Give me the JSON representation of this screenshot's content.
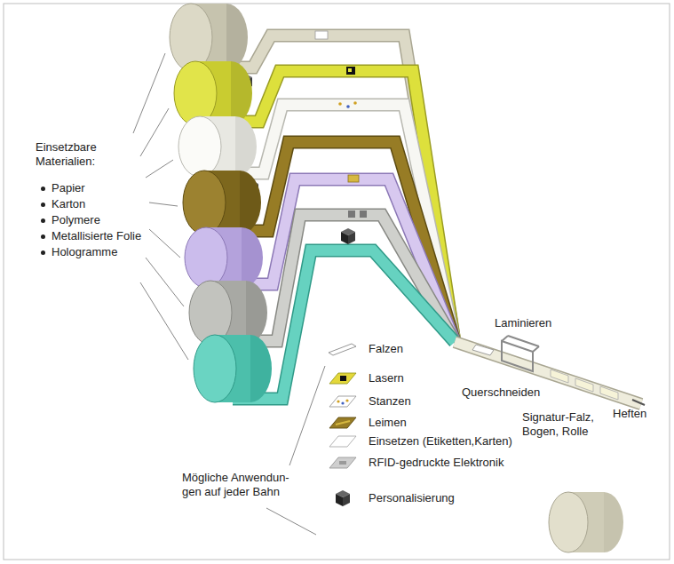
{
  "diagram": {
    "labels": [
      "Einsetzbare Materialien:",
      "Papier",
      "Karton",
      "Polymere",
      "Metallisierte Folie",
      "Hologramme",
      "Laminieren",
      "Querschneiden",
      "Signatur-Falz, Bogen, Rolle",
      "Heften",
      "Mögliche Anwendun- gen auf jeder Bahn"
    ],
    "legend": [
      {
        "text": "Falzen"
      },
      {
        "text": "Lasern"
      },
      {
        "text": "Stanzen"
      },
      {
        "text": "Leimen"
      },
      {
        "text": "Einsetzen (Etiketten,Karten)"
      },
      {
        "text": "RFID-gedruckte Elektronik"
      },
      {
        "text": "Personalisierung"
      }
    ]
  }
}
